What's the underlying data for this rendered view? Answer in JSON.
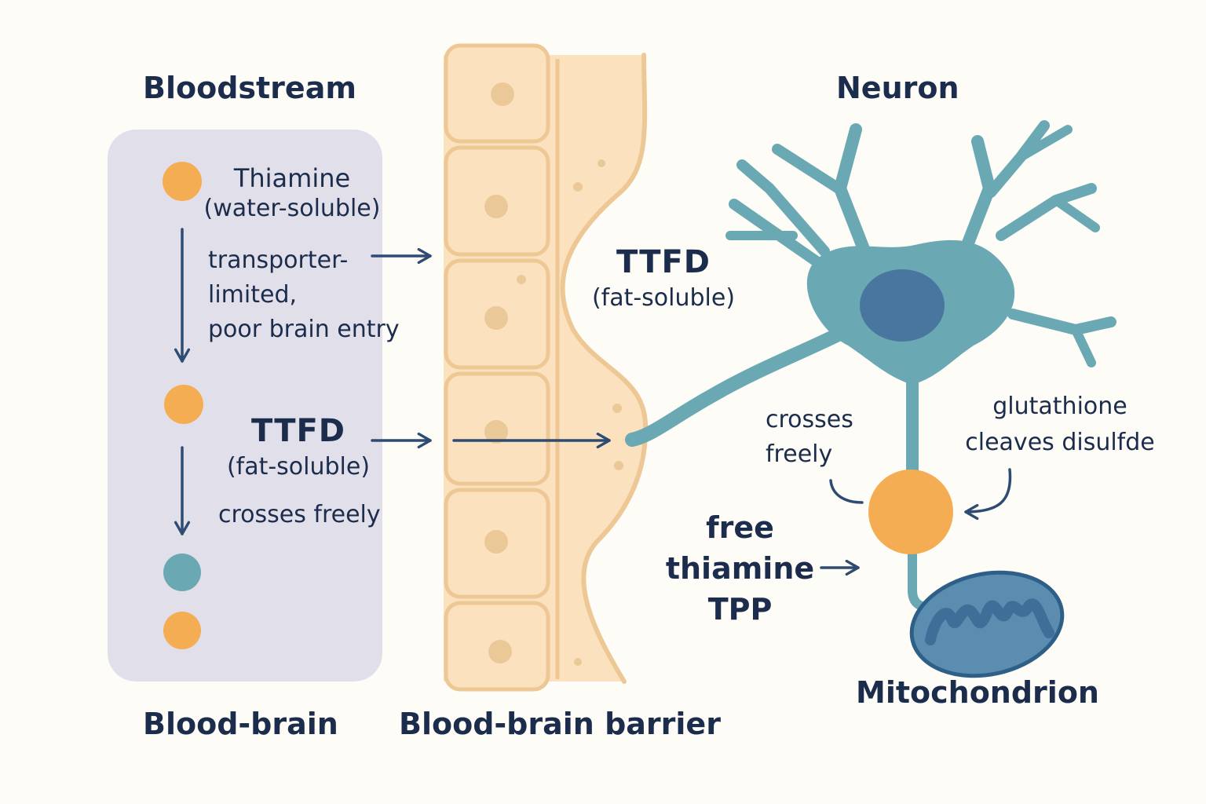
{
  "labels": {
    "bloodstream": "Bloodstream",
    "neuron": "Neuron",
    "blood_brain_left": "Blood-brain",
    "blood_brain_barrier": "Blood-brain barrier",
    "mitochondrion": "Mitochondrion"
  },
  "thiamine_entry": {
    "name": "Thiamine",
    "solubility": "(water-soluble)",
    "line1": "transporter-",
    "line2": "limited,",
    "line3": "poor brain entry"
  },
  "ttfd_entry": {
    "name": "TTFD",
    "solubility": "(fat-soluble)",
    "note": "crosses freely"
  },
  "ttfd_barrier": {
    "name": "TTFD",
    "solubility": "(fat-soluble)"
  },
  "neuron_notes": {
    "crosses_line1": "crosses",
    "crosses_line2": "freely",
    "glut_line1": "glutathione",
    "glut_line2": "cleaves disulfde",
    "free_line1": "free",
    "free_line2": "thiamine",
    "free_line3": "TPP"
  },
  "colors": {
    "background": "#fdfcf7",
    "panel": "#e1e0ea",
    "barrier_fill": "#fbe1bd",
    "barrier_stroke": "#edc895",
    "nucleus_dot": "#ebc898",
    "thiamine_orange": "#f4ad52",
    "teal": "#6aa8b3",
    "neuron_nucleus": "#49769f",
    "mito_fill": "#5a8db0",
    "mito_inner": "#3f6f99",
    "arrow": "#2e4b73",
    "text": "#1c2c4c"
  }
}
